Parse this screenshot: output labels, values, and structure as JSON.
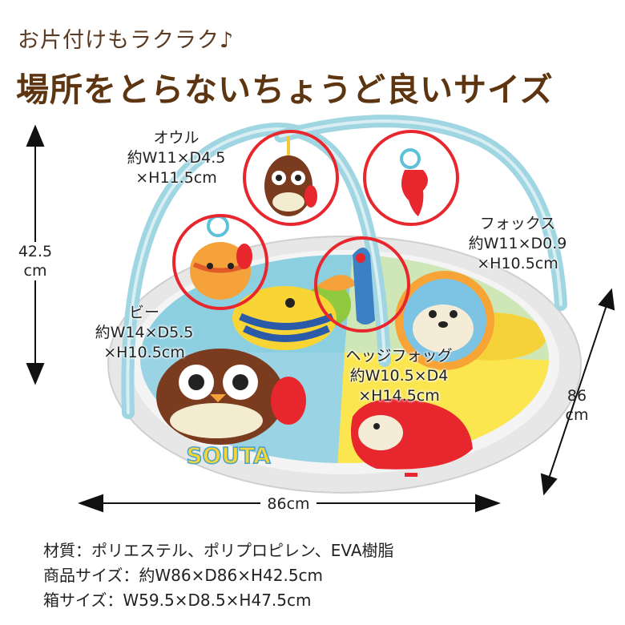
{
  "subtitle": "お片付けもラクラク♪",
  "headline": "場所をとらないちょうど良いサイズ",
  "toys": {
    "owl": {
      "name": "オウル",
      "size1": "約W11×D4.5",
      "size2": "×H11.5cm"
    },
    "fox": {
      "name": "フォックス",
      "size1": "約W11×D0.9",
      "size2": "×H10.5cm"
    },
    "bee": {
      "name": "ビー",
      "size1": "約W14×D5.5",
      "size2": "×H10.5cm"
    },
    "hedgehog": {
      "name": "ヘッジフォッグ",
      "size1": "約W10.5×D4",
      "size2": "×H14.5cm"
    }
  },
  "dimensions": {
    "height_value": "42.5",
    "height_unit": "cm",
    "depth_value": "86",
    "depth_unit": "cm",
    "width": "86cm"
  },
  "mat_print": "SOUTA",
  "specs": {
    "material": "材質：ポリエステル、ポリプロピレン、EVA樹脂",
    "product_size": "商品サイズ：約W86×D86×H42.5cm",
    "box_size": "箱サイズ：W59.5×D8.5×H47.5cm"
  },
  "colors": {
    "headline": "#5e3511",
    "highlight_circle": "#e8262d",
    "arch": "#9fd6e2",
    "mat_border": "#c9c9c9"
  }
}
